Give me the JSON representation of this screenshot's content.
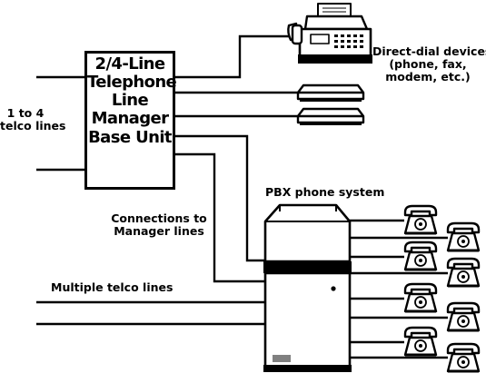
{
  "base_unit": {
    "lines": [
      "2/4-Line",
      "Telephone",
      "Line",
      "Manager",
      "Base Unit"
    ]
  },
  "labels": {
    "telco_lines": [
      "1 to 4",
      "telco lines"
    ],
    "direct_dial": [
      "Direct-dial devices",
      "(phone, fax,",
      "modem, etc.)"
    ],
    "pbx": "PBX phone system",
    "connections": [
      "Connections to",
      "Manager lines"
    ],
    "multiple": "Multiple telco lines"
  },
  "icons": [
    "fax-machine-icon",
    "modem-icon",
    "telephone-icon",
    "pbx-cabinet-icon"
  ],
  "colors": {
    "ink": "#000000",
    "background": "#ffffff",
    "panel_gray": "#cfcfcf"
  }
}
